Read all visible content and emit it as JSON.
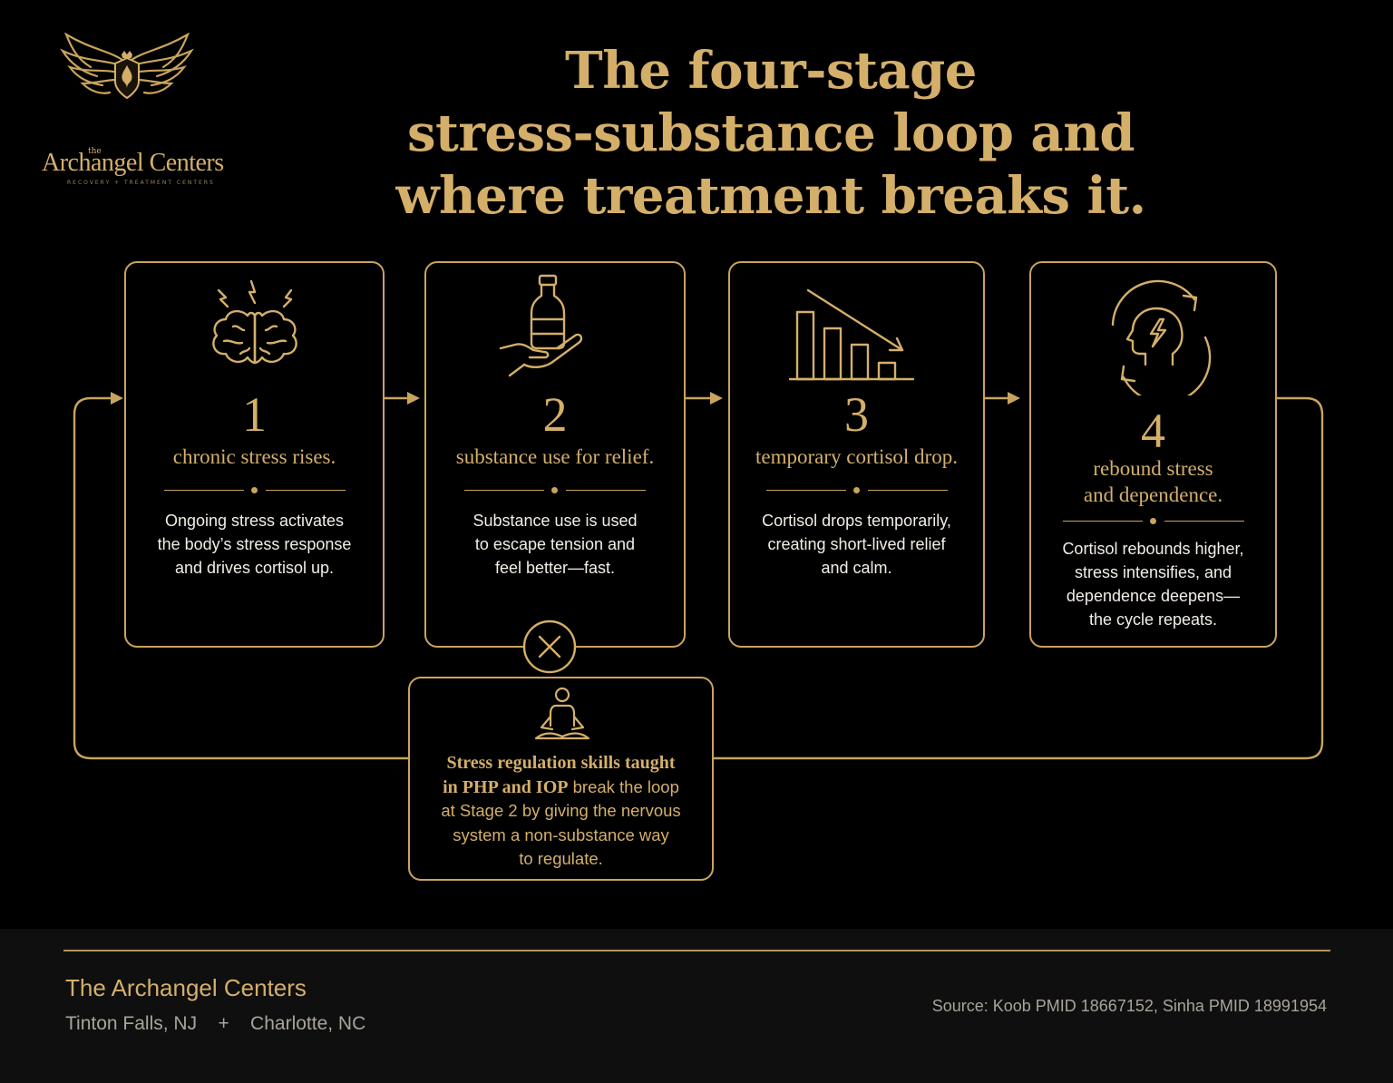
{
  "brand": {
    "logo_the": "the",
    "logo_name": "Archangel Centers",
    "logo_tagline": "RECOVERY + TREATMENT CENTERS"
  },
  "title": {
    "line1": "The four-stage",
    "line2": "stress-substance loop and",
    "line3": "where treatment breaks it."
  },
  "stages": [
    {
      "number": "1",
      "heading": "chronic stress rises.",
      "body": [
        "Ongoing stress activates",
        "the body’s stress response",
        "and drives cortisol up."
      ],
      "icon": "brain-stress-icon"
    },
    {
      "number": "2",
      "heading": "substance use for relief.",
      "body": [
        "Substance use is used",
        "to escape tension and",
        "feel better—fast."
      ],
      "icon": "bottle-in-hand-icon"
    },
    {
      "number": "3",
      "heading": "temporary cortisol drop.",
      "body": [
        "Cortisol drops temporarily,",
        "creating short-lived relief",
        "and calm."
      ],
      "icon": "declining-bar-chart-icon"
    },
    {
      "number": "4",
      "heading_line1": "rebound stress",
      "heading_line2": "and dependence.",
      "body": [
        "Cortisol rebounds higher,",
        "stress intensifies, and",
        "dependence deepens—",
        "the cycle repeats."
      ],
      "icon": "head-cycle-icon"
    }
  ],
  "intervention": {
    "lead_line1": "Stress regulation skills taught",
    "lead_line2_bold": "in PHP and IOP",
    "lead_line2_rest": " break the loop",
    "line3": "at Stage 2 by giving the nervous",
    "line4": "system a non-substance way",
    "line5": "to regulate.",
    "icon": "meditation-icon",
    "marker_icon": "break-x-icon"
  },
  "footer": {
    "org": "The Archangel Centers",
    "location1": "Tinton Falls, NJ",
    "separator": "+",
    "location2": "Charlotte, NC",
    "source": "Source: Koob PMID 18667152, Sinha PMID 18991954"
  },
  "colors": {
    "gold": "#d4af6a",
    "background": "#000000",
    "footer_bg": "#0f0f0f",
    "text": "#f2eee6"
  }
}
